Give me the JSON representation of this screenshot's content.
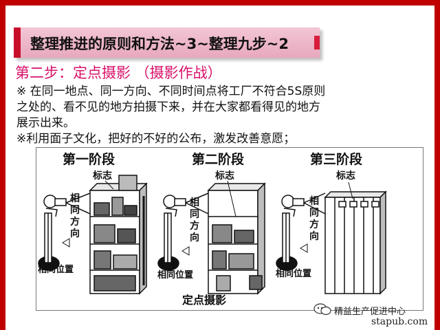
{
  "title": "整理推进的原则和方法~3~整理九步~2",
  "step_heading": "第二步：定点摄影 （摄影作战）",
  "paragraphs": [
    "※ 在同一地点、同一方向、不同时间点将工厂不符合5S原则",
    "之处的、看不见的地方拍摄下来，并在大家都看得见的地方",
    "展示出来。",
    "※利用面子文化，把好的不好的公布，激发改善意愿；"
  ],
  "figure": {
    "stages": [
      "第一阶段",
      "第二阶段",
      "第三阶段"
    ],
    "sign_label": "标志",
    "same_direction": "相同方向",
    "same_position": "相同位置",
    "caption": "定点摄影"
  },
  "watermark": {
    "wechat": "精益生产促进中心",
    "site": "stapub.com"
  },
  "colors": {
    "frame": "#c00000",
    "title_bar": "#f2c6d5",
    "title_accent": "#c70f2a",
    "step_heading": "#d8116a"
  }
}
